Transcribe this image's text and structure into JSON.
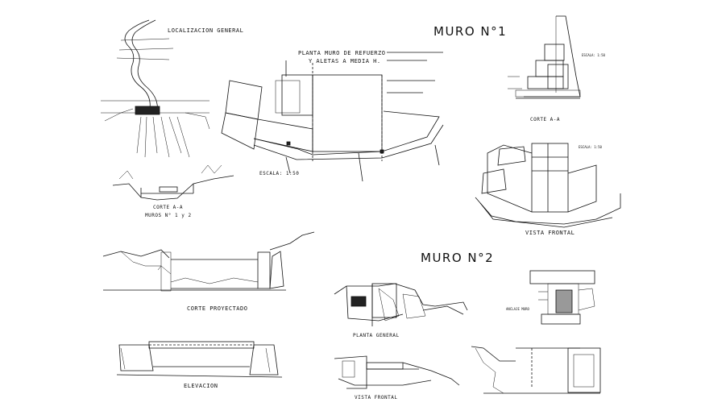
{
  "drawing": {
    "muro1_title": "MURO N°1",
    "muro2_title": "MURO N°2",
    "localizacion_title": "LOCALIZACION GENERAL",
    "corte_aa_muros": "CORTE  A-A",
    "muros_label": "MUROS  N° 1 y 2",
    "planta_title_line1": "PLANTA MURO DE REFUERZO",
    "planta_title_line2": "Y ALETAS A MEDIA H.",
    "escala_planta": "ESCALA: 1:50",
    "escala_corte": "ESCALA: 1:50",
    "escala_vista": "ESCALA: 1:50",
    "corte_aa_right": "CORTE  A-A",
    "vista_frontal_1": "VISTA FRONTAL",
    "corte_proyectado": "CORTE PROYECTADO",
    "elevacion": "ELEVACION",
    "planta_general": "PLANTA GENERAL",
    "vista_frontal_2": "VISTA FRONTAL",
    "anclaje_muro": "ANCLAJE MURO"
  }
}
